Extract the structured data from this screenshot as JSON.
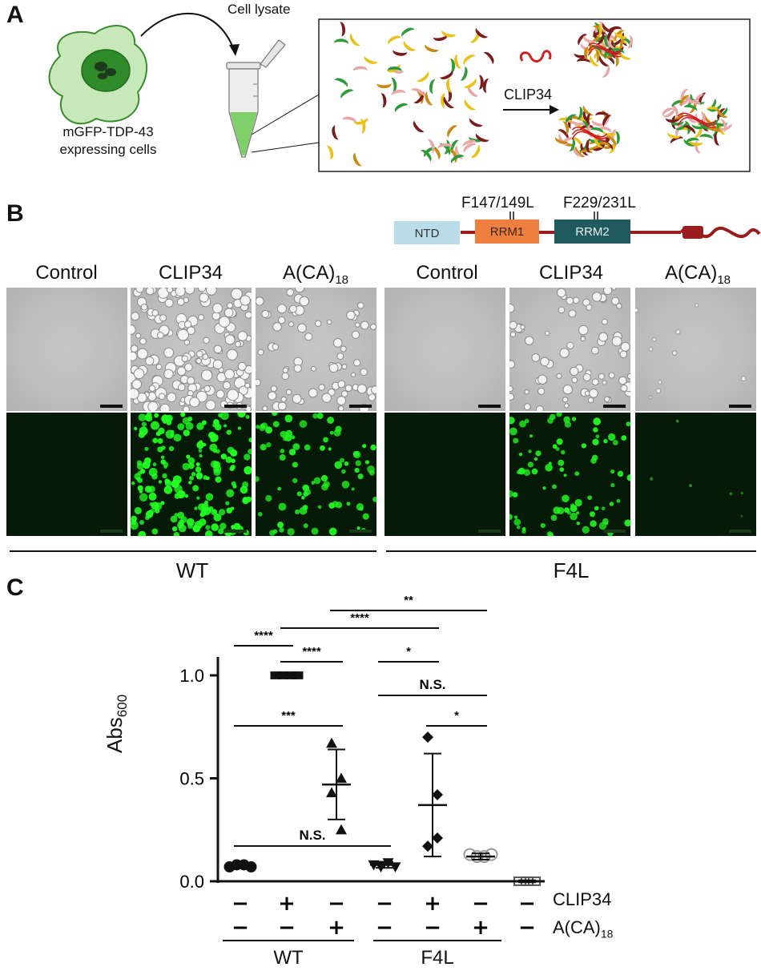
{
  "panel_a": {
    "letter": "A",
    "cell_label_line1": "mGFP-TDP-43",
    "cell_label_line2": "expressing cells",
    "lysate_label": "Cell lysate",
    "rna_label": "CLIP34"
  },
  "panel_b": {
    "letter": "B",
    "domain_mutation_1": "F147/149L",
    "domain_mutation_2": "F229/231L",
    "domains": [
      "NTD",
      "RRM1",
      "RRM2"
    ],
    "columns": [
      {
        "label": "Control",
        "sub": ""
      },
      {
        "label": "CLIP34",
        "sub": ""
      },
      {
        "label": "A(CA)",
        "sub": "18"
      },
      {
        "label": "Control",
        "sub": ""
      },
      {
        "label": "CLIP34",
        "sub": ""
      },
      {
        "label": "A(CA)",
        "sub": "18"
      }
    ],
    "group_wt": "WT",
    "group_f4l": "F4L",
    "colors": {
      "brightfield": "#bcbcbc",
      "fluorescence": "#00e600",
      "background_dark": "#071a07"
    }
  },
  "panel_c": {
    "letter": "C",
    "ylabel_main": "Abs",
    "ylabel_sub": "600",
    "clip34_label": "CLIP34",
    "aca_label_main": "A(CA)",
    "aca_label_sub": "18",
    "group_wt": "WT",
    "group_f4l": "F4L"
  },
  "chart_data": {
    "type": "scatter",
    "ylabel": "Abs600",
    "ylim": [
      0,
      1.1
    ],
    "yticks": [
      "0.0",
      "0.5",
      "1.0"
    ],
    "clip34_row": [
      "−",
      "+",
      "−",
      "−",
      "+",
      "−",
      "−"
    ],
    "aca_row": [
      "−",
      "−",
      "+",
      "−",
      "−",
      "+",
      "−"
    ],
    "groups": [
      {
        "points": [
          0.07,
          0.08,
          0.08,
          0.07
        ],
        "mean": 0.08,
        "sd": 0.01,
        "marker": "circle",
        "color": "#111111"
      },
      {
        "points": [
          1.0,
          1.0,
          1.0,
          1.0
        ],
        "mean": 1.0,
        "sd": 0.005,
        "marker": "square",
        "color": "#111111"
      },
      {
        "points": [
          0.67,
          0.5,
          0.43,
          0.25
        ],
        "mean": 0.47,
        "sd": 0.17,
        "marker": "triangle-up",
        "color": "#111111"
      },
      {
        "points": [
          0.08,
          0.07,
          0.09,
          0.07
        ],
        "mean": 0.08,
        "sd": 0.015,
        "marker": "triangle-down",
        "color": "#111111"
      },
      {
        "points": [
          0.7,
          0.42,
          0.17,
          0.21
        ],
        "mean": 0.37,
        "sd": 0.25,
        "marker": "diamond",
        "color": "#111111"
      },
      {
        "points": [
          0.13,
          0.12,
          0.12,
          0.13
        ],
        "mean": 0.12,
        "sd": 0.015,
        "marker": "circle-open",
        "color": "#999999"
      },
      {
        "points": [
          0.0,
          0.0,
          0.0
        ],
        "mean": 0.0,
        "sd": 0.005,
        "marker": "square-open",
        "color": "#555555"
      }
    ],
    "significance": [
      {
        "from": 0,
        "to": 1,
        "label": "****"
      },
      {
        "from": 1,
        "to": 2,
        "label": "****"
      },
      {
        "from": 0,
        "to": 2,
        "label": "***"
      },
      {
        "from": 0,
        "to": 3,
        "label": "N.S."
      },
      {
        "from": 1,
        "to": 4,
        "label": "****"
      },
      {
        "from": 2,
        "to": 5,
        "label": "**"
      },
      {
        "from": 3,
        "to": 4,
        "label": "*"
      },
      {
        "from": 3,
        "to": 5,
        "label": "N.S."
      },
      {
        "from": 4,
        "to": 5,
        "label": "*"
      }
    ]
  }
}
